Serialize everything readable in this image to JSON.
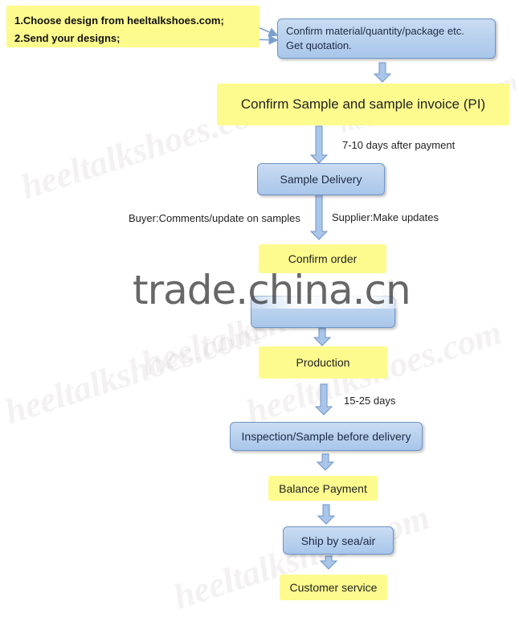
{
  "watermark": {
    "site": "heeltalkshoes.com",
    "trade": "trade.china.cn"
  },
  "note": {
    "line1": "1.Choose design from heeltalkshoes.com;",
    "line2": "2.Send your designs;"
  },
  "steps": {
    "quotation_line1": "Confirm material/quantity/package etc.",
    "quotation_line2": "Get quotation.",
    "confirm_sample": "Confirm Sample and sample invoice (PI)",
    "sample_delivery": "Sample Delivery",
    "confirm_order": "Confirm order",
    "production": "Production",
    "inspection": "Inspection/Sample before delivery",
    "balance_payment": "Balance Payment",
    "ship": "Ship by sea/air",
    "customer_service": "Customer service"
  },
  "labels": {
    "days_after_payment": "7-10 days after payment",
    "buyer_comments": "Buyer:Comments/update on samples",
    "supplier_updates": "Supplier:Make updates",
    "production_days": "15-25 days"
  },
  "colors": {
    "yellow_box": "#fdfb8e",
    "blue_box": "#a9c6ea",
    "arrow": "#a9c6ea"
  }
}
